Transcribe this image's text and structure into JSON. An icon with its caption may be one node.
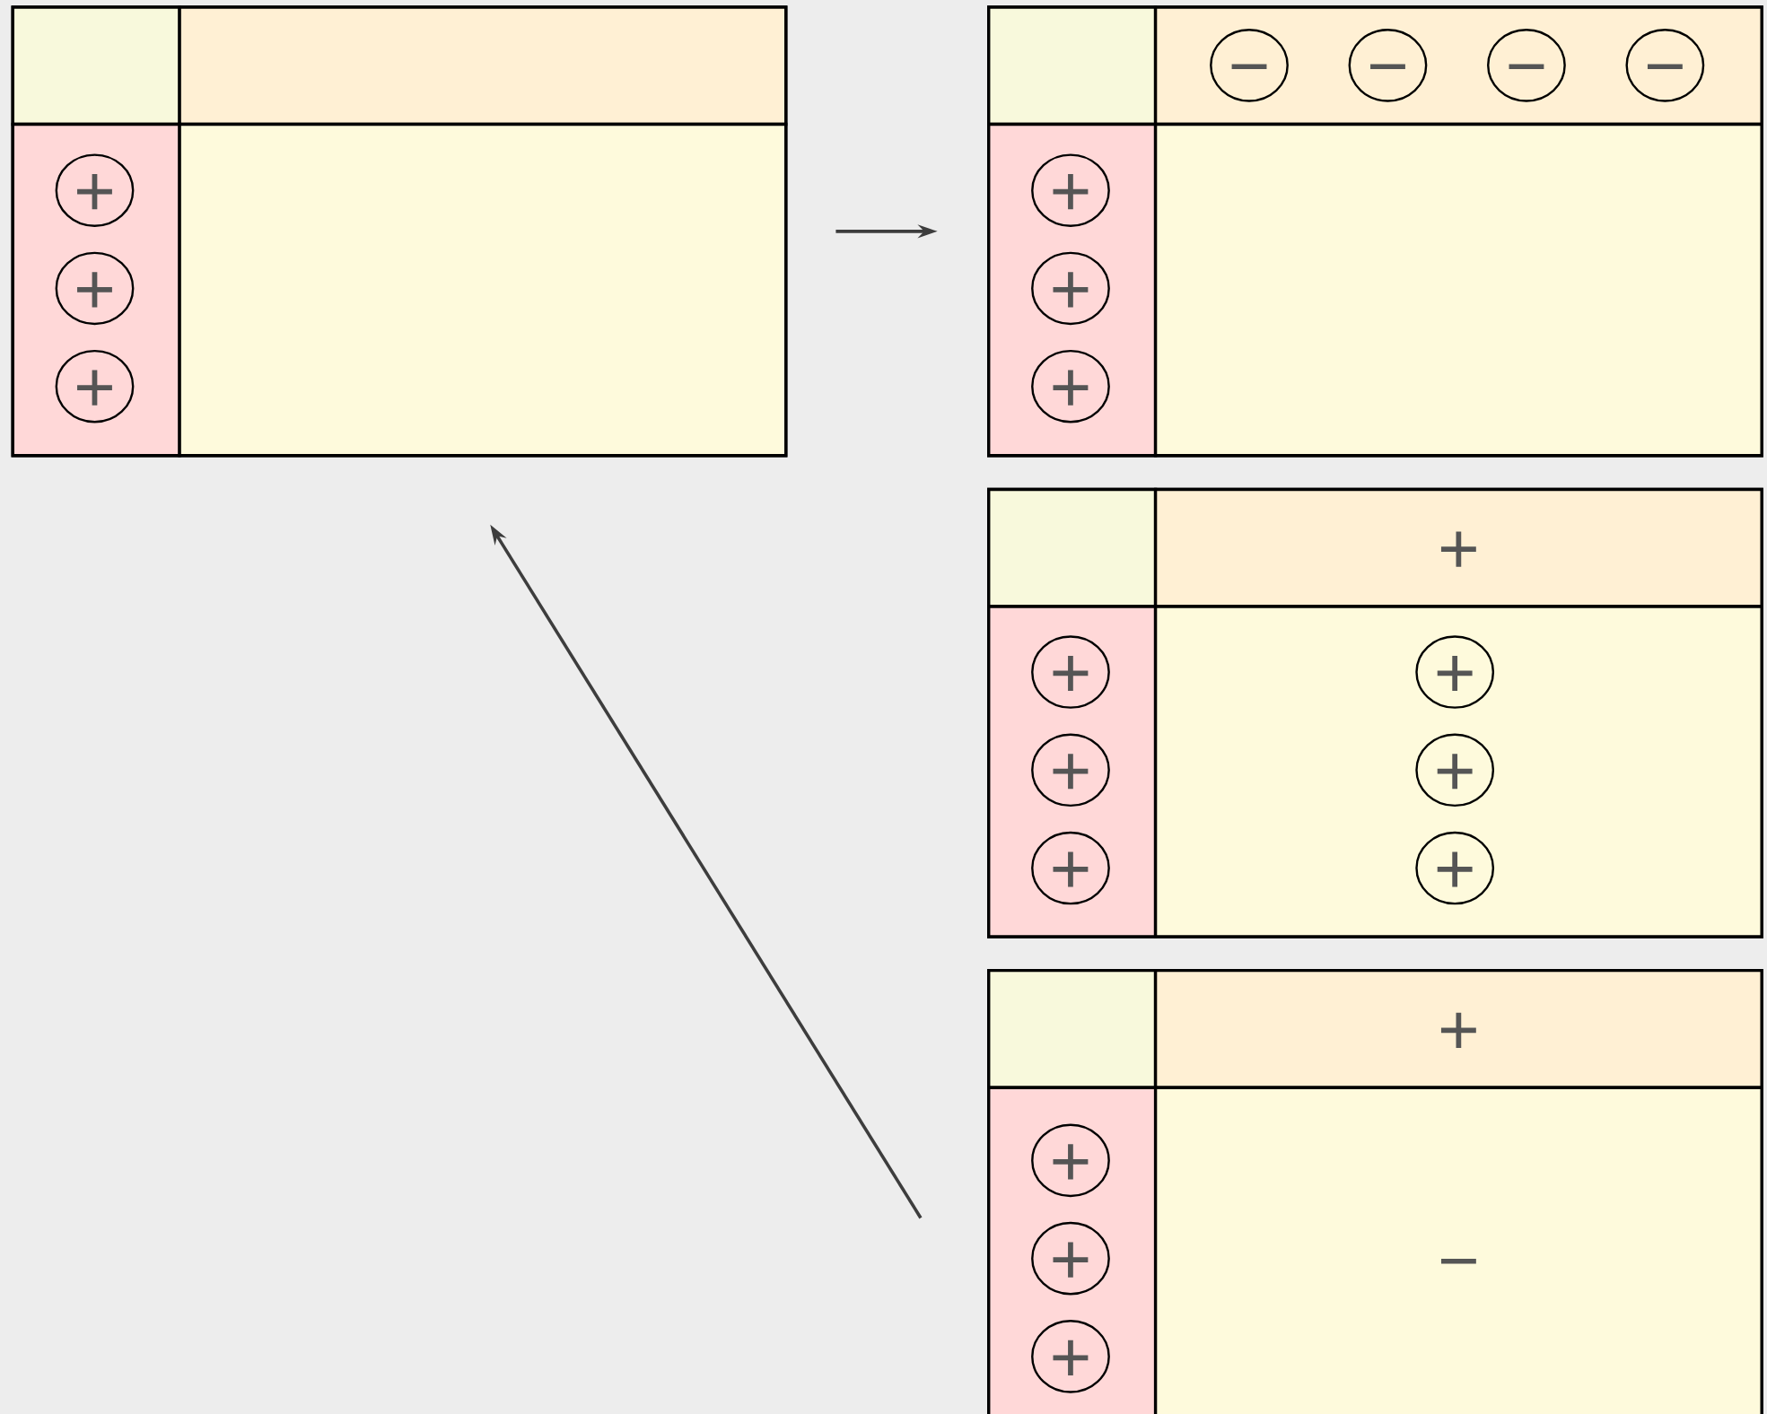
{
  "diagram": {
    "nodes": [
      {
        "text": [],
        "shape": "box"
      },
      {
        "text": [],
        "shape": "box",
        "in": 0
      },
      {
        "text": [],
        "shape": "box",
        "in": 0
      },
      {
        "text": [],
        "shape": "box",
        "in": 0
      },
      {
        "text": [
          "+"
        ],
        "in": 3
      },
      {
        "text": [
          "+"
        ],
        "in": 3
      },
      {
        "text": [
          "+"
        ],
        "in": 3
      },
      {
        "text": [],
        "shape": "box",
        "in": 0
      },
      {
        "text": [],
        "shape": "box"
      },
      {
        "text": [],
        "shape": "box",
        "in": 8
      },
      {
        "text": [],
        "shape": "box",
        "in": 8
      },
      {
        "text": [
          "−"
        ],
        "in": 10
      },
      {
        "text": [
          "−"
        ],
        "in": 10
      },
      {
        "text": [
          "−"
        ],
        "in": 10
      },
      {
        "text": [
          "−"
        ],
        "in": 10
      },
      {
        "text": [],
        "shape": "box",
        "in": 8
      },
      {
        "text": [
          "+"
        ],
        "in": 15
      },
      {
        "text": [
          "+"
        ],
        "in": 15
      },
      {
        "text": [
          "+"
        ],
        "in": 15
      },
      {
        "text": [],
        "shape": "box",
        "in": 8
      },
      {
        "text": [],
        "shape": "box"
      },
      {
        "text": [],
        "shape": "box",
        "in": 20
      },
      {
        "text": [
          "+"
        ],
        "in": 20
      },
      {
        "text": [],
        "shape": "box",
        "in": 20
      },
      {
        "text": [
          "+"
        ],
        "in": 23
      },
      {
        "text": [
          "+"
        ],
        "in": 23
      },
      {
        "text": [
          "+"
        ],
        "in": 23
      },
      {
        "text": [],
        "shape": "box",
        "in": 20
      },
      {
        "text": [
          "+"
        ],
        "in": 27
      },
      {
        "text": [
          "+"
        ],
        "in": 27
      },
      {
        "text": [
          "+"
        ],
        "in": 27
      },
      {
        "text": [],
        "shape": "box"
      },
      {
        "text": [],
        "shape": "box",
        "in": 31
      },
      {
        "text": [
          "+"
        ],
        "in": 31
      },
      {
        "text": [],
        "shape": "box",
        "in": 31
      },
      {
        "text": [
          "+"
        ],
        "in": 34
      },
      {
        "text": [
          "+"
        ],
        "in": 34
      },
      {
        "text": [
          "+"
        ],
        "in": 34
      },
      {
        "text": [
          "−"
        ],
        "in": 31
      }
    ],
    "edges": [
      {
        "from": 0,
        "to": 8,
        "arrow": "to"
      },
      {
        "from": 31,
        "to": 0,
        "arrow": "to"
      }
    ]
  }
}
